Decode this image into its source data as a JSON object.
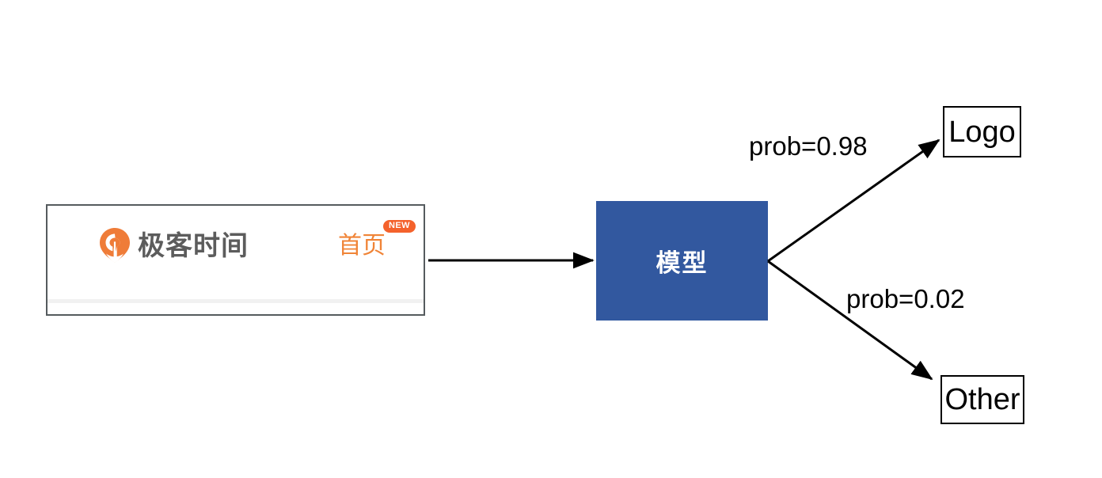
{
  "diagram": {
    "title": "model classification flow",
    "background_color": "#ffffff"
  },
  "screenshot_panel": {
    "name": "geekbang website header screenshot",
    "border_color": "#555b5e",
    "background_color": "#ffffff",
    "rule_color": "#f1f1f1",
    "brand": {
      "logo_icon": "geekbang-pin-logo-icon",
      "logo_color": "#ef7c38",
      "wordmark": "极客时间",
      "wordmark_color": "#5c5c5c"
    },
    "nav": {
      "link_label": "首页",
      "link_color": "#f08437",
      "badge_label": "NEW",
      "badge_color": "#f4622c",
      "badge_text_color": "#ffffff"
    }
  },
  "model_node": {
    "label": "模型",
    "fill_color": "#32589f",
    "text_color": "#ffffff"
  },
  "outcomes": [
    {
      "id": "logo",
      "label": "Logo",
      "probability_label": "prob=0.98",
      "probability": 0.98,
      "border_color": "#000000",
      "fill_color": "#ffffff"
    },
    {
      "id": "other",
      "label": "Other",
      "probability_label": "prob=0.02",
      "probability": 0.02,
      "border_color": "#000000",
      "fill_color": "#ffffff"
    }
  ],
  "edges": [
    {
      "id": "input-to-model",
      "from": "screenshot_panel",
      "to": "model_node",
      "label": ""
    },
    {
      "id": "model-to-logo",
      "from": "model_node",
      "to": "logo",
      "label": "prob=0.98"
    },
    {
      "id": "model-to-other",
      "from": "model_node",
      "to": "other",
      "label": "prob=0.02"
    }
  ]
}
